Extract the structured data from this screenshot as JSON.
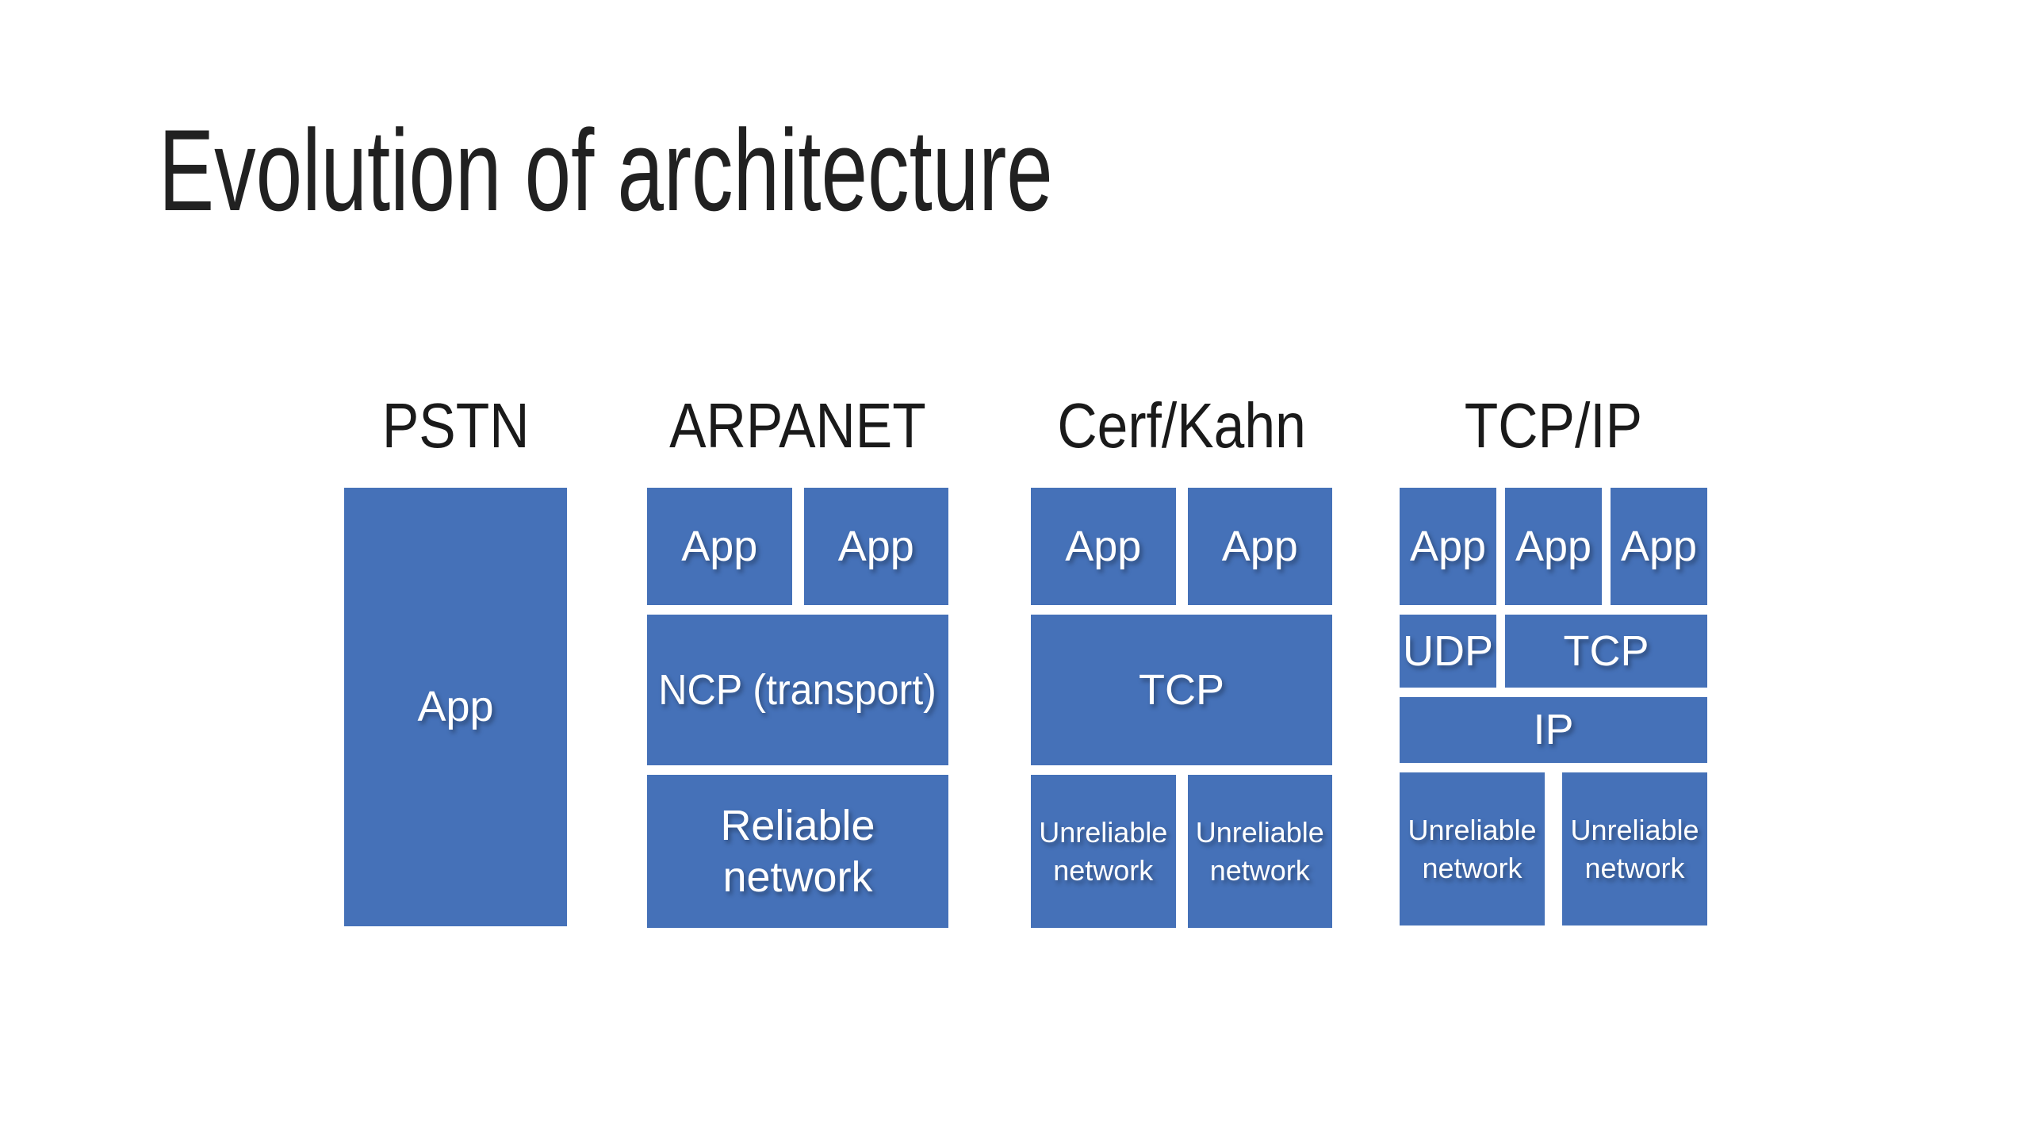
{
  "slide": {
    "title": "Evolution of architecture",
    "colors": {
      "background": "#ffffff",
      "title_text": "#212121",
      "header_text": "#1a1a1a",
      "box_fill": "#4571b8",
      "box_text": "#ffffff"
    }
  },
  "columns": [
    {
      "header": "PSTN",
      "boxes": {
        "app": "App"
      }
    },
    {
      "header": "ARPANET",
      "boxes": {
        "app1": "App",
        "app2": "App",
        "transport": "NCP (transport)",
        "network": "Reliable network"
      }
    },
    {
      "header": "Cerf/Kahn",
      "boxes": {
        "app1": "App",
        "app2": "App",
        "transport": "TCP",
        "network1": "Unreliable network",
        "network2": "Unreliable network"
      }
    },
    {
      "header": "TCP/IP",
      "boxes": {
        "app1": "App",
        "app2": "App",
        "app3": "App",
        "udp": "UDP",
        "tcp": "TCP",
        "ip": "IP",
        "network1": "Unreliable network",
        "network2": "Unreliable network"
      }
    }
  ]
}
